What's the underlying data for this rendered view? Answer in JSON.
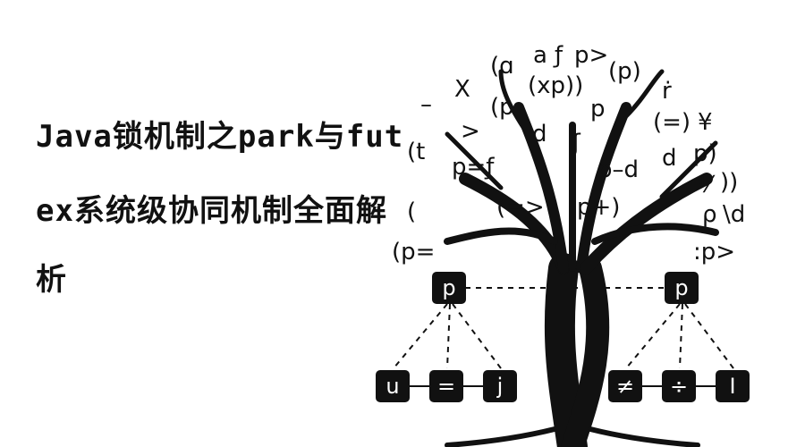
{
  "title": {
    "lines": [
      "Java锁机制之park与fut",
      "ex系统级协同机制全面解",
      "析"
    ]
  },
  "tree": {
    "symbols": [
      "(ɑ",
      "a",
      "ƒ",
      "p>",
      "(p)",
      "X",
      "(xp))",
      "(p",
      "p",
      "d",
      "ʃ",
      "ṙ",
      "(=)",
      "¥",
      "(t",
      "p=ƒ",
      "p–d",
      "d",
      "p)",
      "⅟",
      "))",
      "(=>",
      "p+)",
      "ρ",
      "\\d",
      "(p=",
      ":p>",
      ">",
      "–",
      "("
    ],
    "nodes": [
      "p",
      "p"
    ],
    "leaves": [
      "u",
      "=",
      "j",
      "≠",
      "÷",
      "I"
    ]
  }
}
